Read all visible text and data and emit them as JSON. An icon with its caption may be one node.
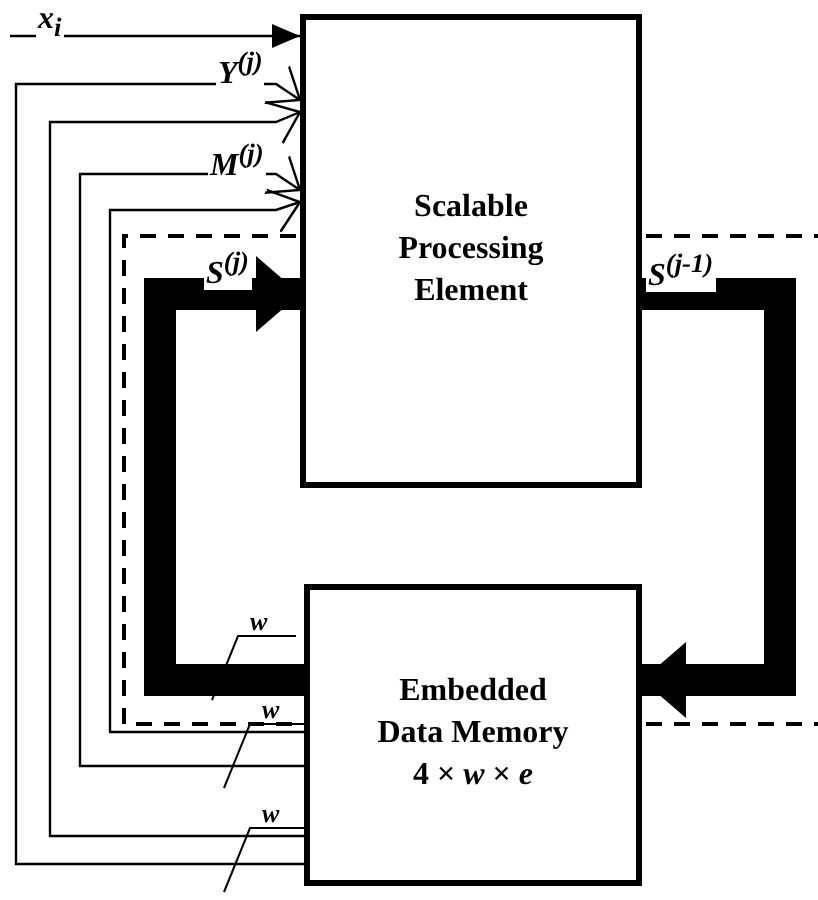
{
  "diagram": {
    "nodes": [
      {
        "text": [
          "Scalable Processing Element"
        ]
      },
      {
        "text": [
          "Embedded Data Memory",
          "4 × *w* × *e*"
        ]
      }
    ],
    "edges": [
      {
        "from": null,
        "to": 0,
        "arrow": "to",
        "label": "x$_{i}$"
      },
      {
        "from": 1,
        "to": 0,
        "arrow": "to",
        "label": "Y$^{(j)}$"
      },
      {
        "from": 1,
        "to": 0,
        "arrow": "to"
      },
      {
        "from": 1,
        "to": 0,
        "arrow": "to",
        "label": "M$^{(j)}$"
      },
      {
        "from": 1,
        "to": 0,
        "arrow": "to"
      },
      {
        "from": 1,
        "to": 0,
        "arrow": "to",
        "label": "S$^{(j)}$",
        "style": "thick"
      },
      {
        "from": 0,
        "to": 1,
        "arrow": "to",
        "label": "S$^{(j-1)}$",
        "style": "thick"
      }
    ],
    "labels": [
      "w",
      "w",
      "w"
    ]
  }
}
